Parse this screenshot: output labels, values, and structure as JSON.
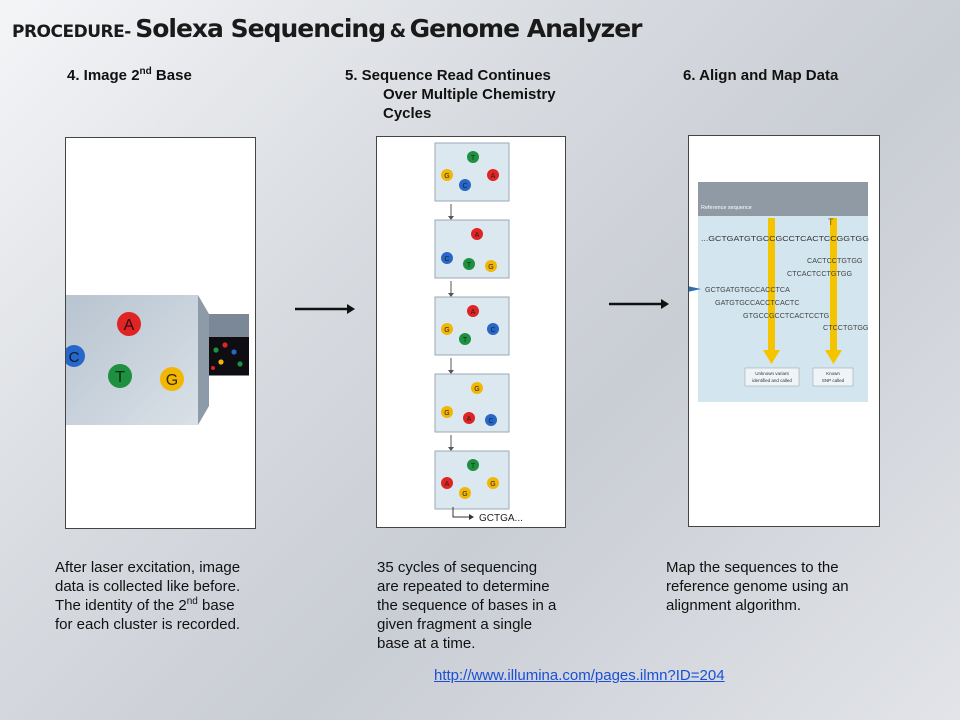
{
  "title": {
    "prefix": "PROCEDURE-",
    "main_part1": "Solexa Sequencing",
    "amp": "&",
    "main_part2": "Genome Analyzer"
  },
  "steps": [
    {
      "heading": "4. Image 2",
      "heading_sup": "nd",
      "heading_tail": " Base",
      "caption_lines": [
        "After laser excitation, image",
        "data is collected like before.",
        "The identity of the 2",
        "for each cluster is recorded."
      ],
      "caption_sup": "nd",
      "caption_line3_tail": " base"
    },
    {
      "heading_lines": [
        "5. Sequence Read Continues",
        "Over Multiple Chemistry",
        "Cycles"
      ],
      "caption_lines": [
        "35 cycles of sequencing",
        "are repeated to determine",
        "the sequence of bases in a",
        "given fragment a single",
        "base at a time."
      ]
    },
    {
      "heading": "6. Align and Map Data",
      "caption_lines": [
        "Map the sequences to the",
        "reference genome using an",
        "alignment algorithm."
      ]
    }
  ],
  "image1": {
    "labels": {
      "A": "A",
      "C": "C",
      "T": "T",
      "G": "G"
    }
  },
  "image2": {
    "frames": [
      [
        "T",
        "G",
        "C",
        "A"
      ],
      [
        "A",
        "C",
        "T",
        "G"
      ],
      [
        "A",
        "G",
        "T",
        "C"
      ],
      [
        "G",
        "G",
        "A",
        "C"
      ],
      [
        "T",
        "A",
        "G",
        "G"
      ]
    ],
    "readout": "GCTGA..."
  },
  "image3": {
    "ref_label": "Reference sequence",
    "ref_seq": "...GCTGATGTGCCGCCTCACTCCGGTGG",
    "variant_letter": "T",
    "reads": [
      "CACTCCTGTGG",
      "CTCACTCCTGTGG",
      "GCTGATGTGCCACCTCA",
      "GATGTGCCACCTCACTC",
      "GTGCCGCCTCACTCCTG",
      "CTCCTGTGG"
    ],
    "label_unknown": [
      "Unknown variant",
      "identified and called"
    ],
    "label_known": [
      "Known",
      "SNP called"
    ]
  },
  "base_colors": {
    "A": "#e02424",
    "C": "#2667c9",
    "T": "#1d9140",
    "G": "#f2b705"
  },
  "link": "http://www.illumina.com/pages.ilmn?ID=204"
}
